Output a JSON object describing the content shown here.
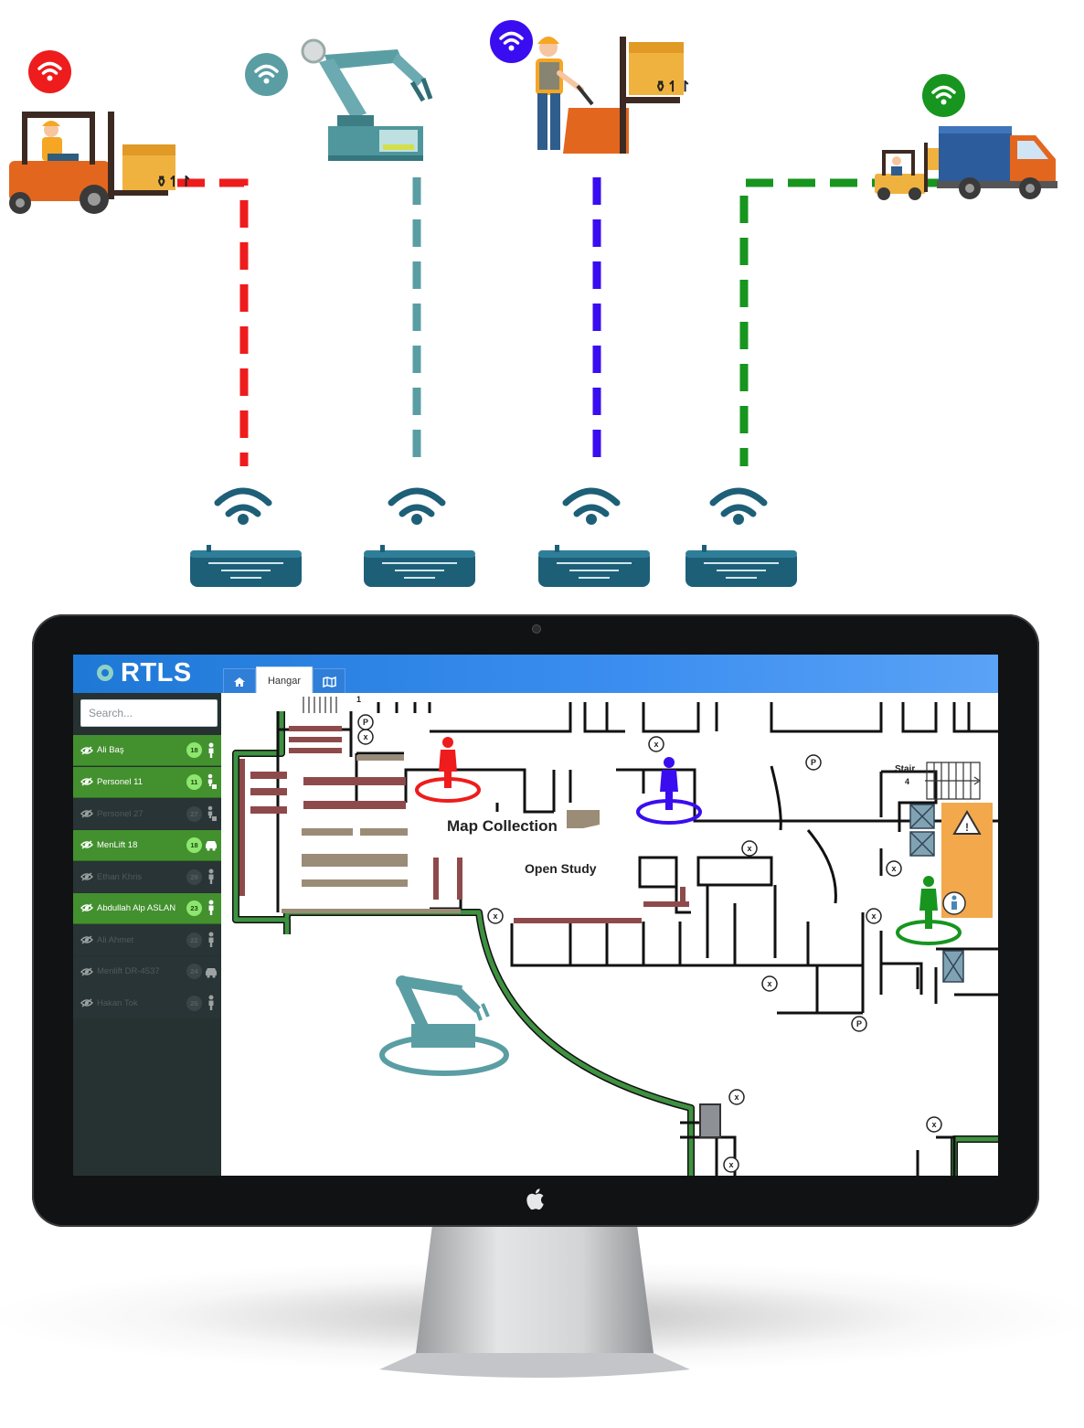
{
  "colors": {
    "red": "#ee1c1c",
    "teal": "#5a9ea4",
    "purple": "#3a0df0",
    "green": "#17951f",
    "gateway_blue": "#1e5f78",
    "header_blue": "#1e78d6",
    "sidebar_dark": "#263132",
    "sidebar_active": "#43902f",
    "badge_green": "#8de66e"
  },
  "devices": [
    {
      "name": "forklift",
      "icon": "forklift-icon",
      "signal_icon": "wifi-badge-icon",
      "color": "red"
    },
    {
      "name": "robot-arm",
      "icon": "robot-arm-icon",
      "signal_icon": "wifi-badge-icon",
      "color": "teal"
    },
    {
      "name": "pallet-worker",
      "icon": "pallet-jack-worker-icon",
      "signal_icon": "wifi-badge-icon",
      "color": "purple"
    },
    {
      "name": "truck",
      "icon": "truck-with-forklift-icon",
      "signal_icon": "wifi-badge-icon",
      "color": "green"
    }
  ],
  "gateways": [
    {
      "icon": "wifi-gateway-icon"
    },
    {
      "icon": "wifi-gateway-icon"
    },
    {
      "icon": "wifi-gateway-icon"
    },
    {
      "icon": "wifi-gateway-icon"
    }
  ],
  "app": {
    "logo": "RTLS",
    "tabs": [
      {
        "icon": "home-icon"
      },
      {
        "label": "Hangar",
        "active": true
      },
      {
        "icon": "map-icon"
      }
    ],
    "search_placeholder": "Search...",
    "entities": [
      {
        "name": "Ali Baş",
        "badge": "18",
        "type_icon": "person-icon",
        "active": true
      },
      {
        "name": "Personel 11",
        "badge": "11",
        "type_icon": "person-with-lock-icon",
        "active": true
      },
      {
        "name": "Personel 27",
        "badge": "27",
        "type_icon": "person-with-lock-icon",
        "active": false
      },
      {
        "name": "MenLift 18",
        "badge": "18",
        "type_icon": "vehicle-icon",
        "active": true
      },
      {
        "name": "Ethan Khris",
        "badge": "29",
        "type_icon": "person-icon",
        "active": false
      },
      {
        "name": "Abdullah Alp ASLAN",
        "badge": "23",
        "type_icon": "person-icon",
        "active": true
      },
      {
        "name": "Ali Ahmet",
        "badge": "22",
        "type_icon": "person-icon",
        "active": false
      },
      {
        "name": "Menlift DR-4537",
        "badge": "24",
        "type_icon": "vehicle-icon",
        "active": false
      },
      {
        "name": "Hakan Tok",
        "badge": "26",
        "type_icon": "person-icon",
        "active": false
      }
    ]
  },
  "map": {
    "labels": {
      "map_collection": "Map Collection",
      "open_study": "Open Study",
      "stair": "Stair",
      "stair_number": "4",
      "mark_one": "1"
    },
    "markers": [
      {
        "name": "red-person-marker",
        "icon": "person-icon",
        "color": "red"
      },
      {
        "name": "purple-person-marker",
        "icon": "person-icon",
        "color": "purple"
      },
      {
        "name": "green-person-marker",
        "icon": "person-icon",
        "color": "green"
      },
      {
        "name": "robot-marker",
        "icon": "robot-arm-icon",
        "color": "teal"
      }
    ],
    "symbols": [
      "exit-x-icon",
      "parking-p-icon",
      "warning-triangle-icon",
      "restroom-icon",
      "storage-box-icon"
    ]
  }
}
